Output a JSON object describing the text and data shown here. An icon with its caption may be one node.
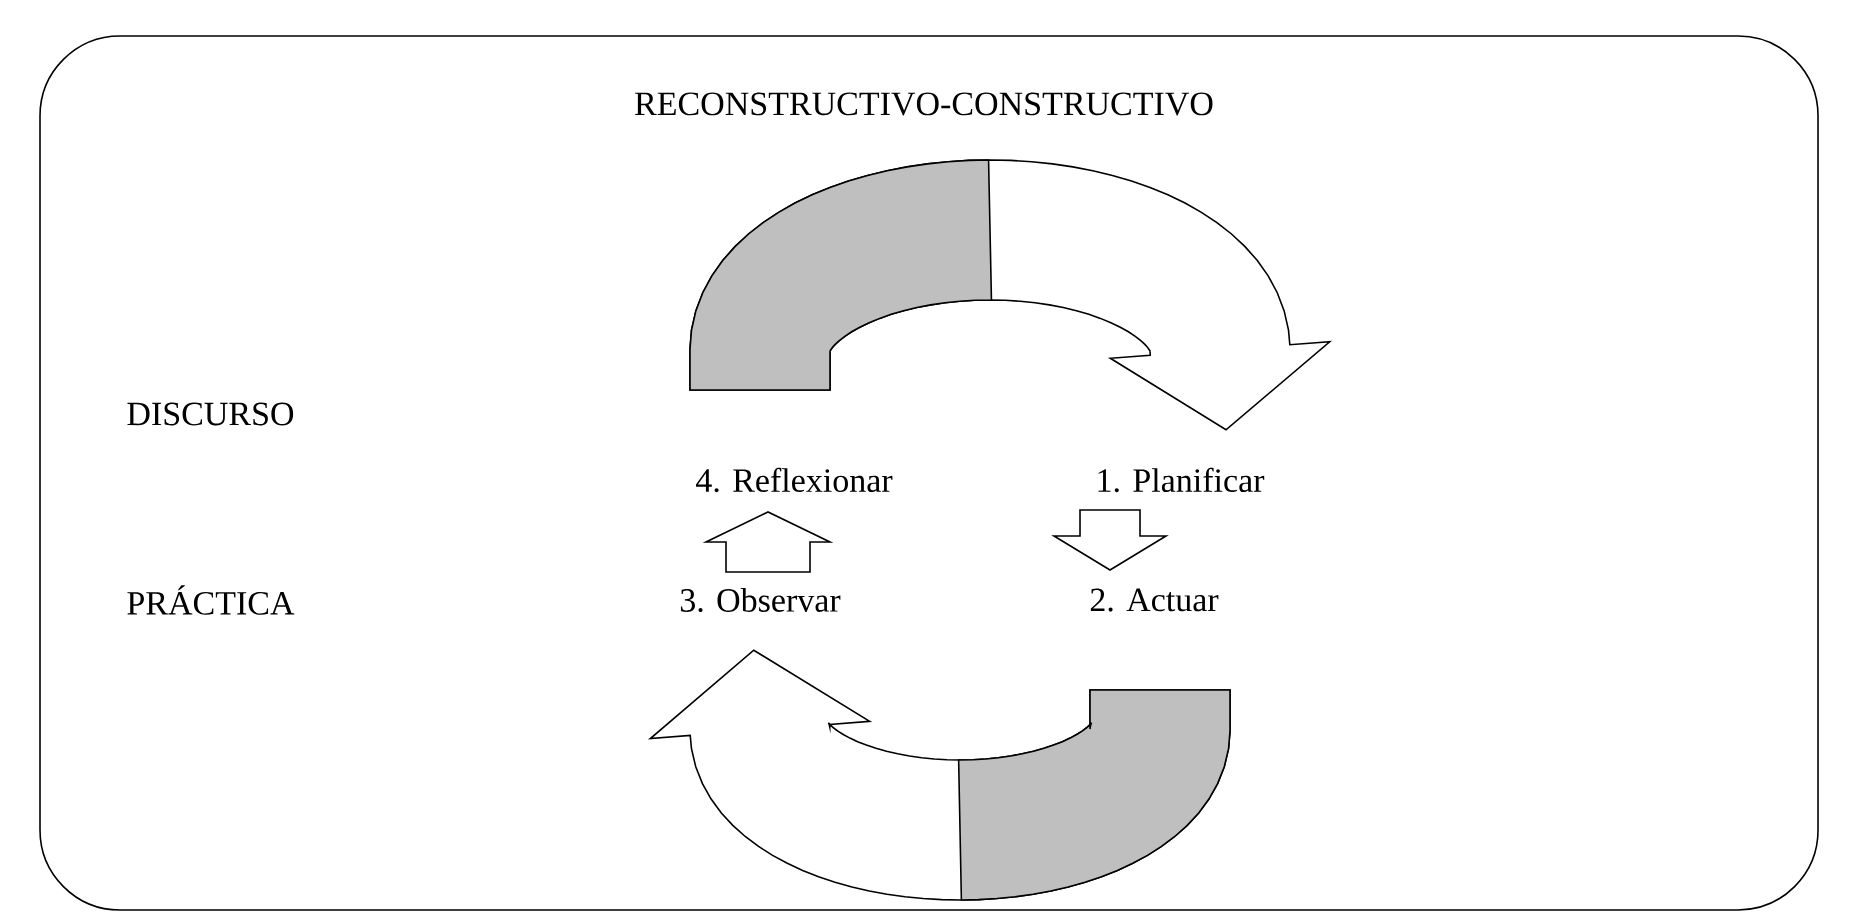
{
  "diagram": {
    "nodes": [
      {
        "text": [
          "RECONSTRUCTIVO-CONSTRUCTIVO"
        ]
      },
      {
        "text": [
          "4. Reflexionar"
        ],
        "in": 0
      },
      {
        "text": [
          "1. Planificar"
        ],
        "in": 0
      },
      {
        "text": [
          "3. Observar"
        ],
        "in": 0
      },
      {
        "text": [
          "2. Actuar"
        ],
        "in": 0
      }
    ],
    "edges": [
      {
        "from": 1,
        "to": 2,
        "arrow": "to"
      },
      {
        "from": 2,
        "to": 4,
        "arrow": "to"
      },
      {
        "from": 4,
        "to": 3,
        "arrow": "to"
      },
      {
        "from": 3,
        "to": 1,
        "arrow": "to"
      }
    ],
    "labels": [
      "DISCURSO",
      "PRÁCTICA"
    ]
  }
}
